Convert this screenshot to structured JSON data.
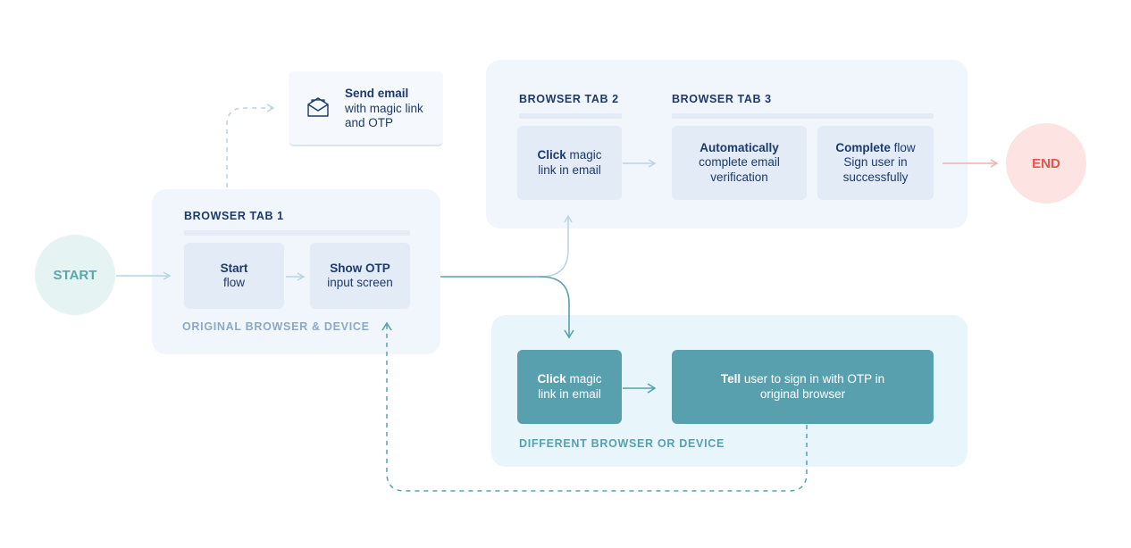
{
  "start": {
    "label": "START"
  },
  "end": {
    "label": "END"
  },
  "email": {
    "title": "Send email",
    "line1": "with magic link",
    "line2": "and OTP",
    "icon": "envelope-icon"
  },
  "tab1": {
    "title": "BROWSER TAB 1",
    "caption": "ORIGINAL BROWSER & DEVICE",
    "start_bold": "Start",
    "start_rest": "flow",
    "otp_bold": "Show OTP",
    "otp_rest": "input screen"
  },
  "tab2": {
    "title": "BROWSER TAB 2",
    "click_bold": "Click",
    "click_rest1": " magic",
    "click_rest2": "link in email"
  },
  "tab3": {
    "title": "BROWSER TAB 3",
    "auto_bold": "Automatically",
    "auto_line2": "complete email",
    "auto_line3": "verification",
    "complete_bold": "Complete",
    "complete_rest1": " flow",
    "complete_line2": "Sign user in",
    "complete_line3": "successfully"
  },
  "different": {
    "caption": "DIFFERENT BROWSER OR DEVICE",
    "click_bold": "Click",
    "click_rest1": " magic",
    "click_rest2": "link in email",
    "tell_bold": "Tell",
    "tell_rest1": " user to sign in with OTP in",
    "tell_line2": "original browser"
  },
  "colors": {
    "navy": "#1c3a6b",
    "teal": "#58a0ae",
    "start_bg": "#e6f3f3",
    "start_text": "#5aa6ad",
    "end_bg": "#fde3e1",
    "end_text": "#e5534b"
  }
}
